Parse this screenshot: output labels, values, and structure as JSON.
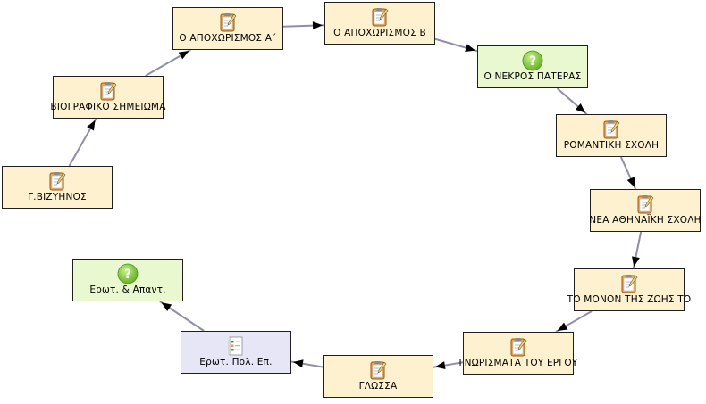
{
  "nodes": [
    {
      "id": "n1",
      "label": "Γ.ΒΙΖΥΗΝΟΣ",
      "kind": "document",
      "fill": "#fdf1cf"
    },
    {
      "id": "n2",
      "label": "ΒΙΟΓΡΑΦΙΚΟ ΣΗΜΕΙΩΜΑ",
      "kind": "document",
      "fill": "#fdf1cf"
    },
    {
      "id": "n3",
      "label": "Ο ΑΠΟΧΩΡΙΣΜΟΣ Α΄",
      "kind": "document",
      "fill": "#fdf1cf"
    },
    {
      "id": "n4",
      "label": "Ο ΑΠΟΧΩΡΙΣΜΟΣ Β",
      "kind": "document",
      "fill": "#fdf1cf"
    },
    {
      "id": "n5",
      "label": "Ο ΝΕΚΡΟΣ ΠΑΤΕΡΑΣ",
      "kind": "question",
      "fill": "#eaf8cf"
    },
    {
      "id": "n6",
      "label": "ΡΟΜΑΝΤΙΚΗ ΣΧΟΛΗ",
      "kind": "document",
      "fill": "#fdf1cf"
    },
    {
      "id": "n7",
      "label": "ΝΕΑ ΑΘΗΝΑΪΚΗ ΣΧΟΛΗ",
      "kind": "document",
      "fill": "#fdf1cf"
    },
    {
      "id": "n8",
      "label": "ΤΟ ΜΟΝΟΝ ΤΗΣ ΖΩΗΣ ΤΟ",
      "kind": "document",
      "fill": "#fdf1cf"
    },
    {
      "id": "n9",
      "label": "ΓΝΩΡΙΣΜΑΤΑ ΤΟΥ ΕΡΓΟΥ",
      "kind": "document",
      "fill": "#fdf1cf"
    },
    {
      "id": "n10",
      "label": "ΓΛΩΣΣΑ",
      "kind": "document",
      "fill": "#fdf1cf"
    },
    {
      "id": "n11",
      "label": "Ερωτ. Πολ. Επ.",
      "kind": "quiz",
      "fill": "#e7e6f6"
    },
    {
      "id": "n12",
      "label": "Ερωτ. & Απαντ.",
      "kind": "question",
      "fill": "#eaf8cf"
    }
  ],
  "edges": [
    [
      "n1",
      "n2"
    ],
    [
      "n2",
      "n3"
    ],
    [
      "n3",
      "n4"
    ],
    [
      "n4",
      "n5"
    ],
    [
      "n5",
      "n6"
    ],
    [
      "n6",
      "n7"
    ],
    [
      "n7",
      "n8"
    ],
    [
      "n8",
      "n9"
    ],
    [
      "n9",
      "n10"
    ],
    [
      "n10",
      "n11"
    ],
    [
      "n11",
      "n12"
    ]
  ],
  "colors": {
    "edge": "#8e8ea8",
    "arrow": "#000000",
    "border": "#1f1f1f"
  },
  "icons": {
    "document": "notepad-pencil-icon",
    "question": "help-question-icon",
    "quiz": "checklist-icon"
  }
}
